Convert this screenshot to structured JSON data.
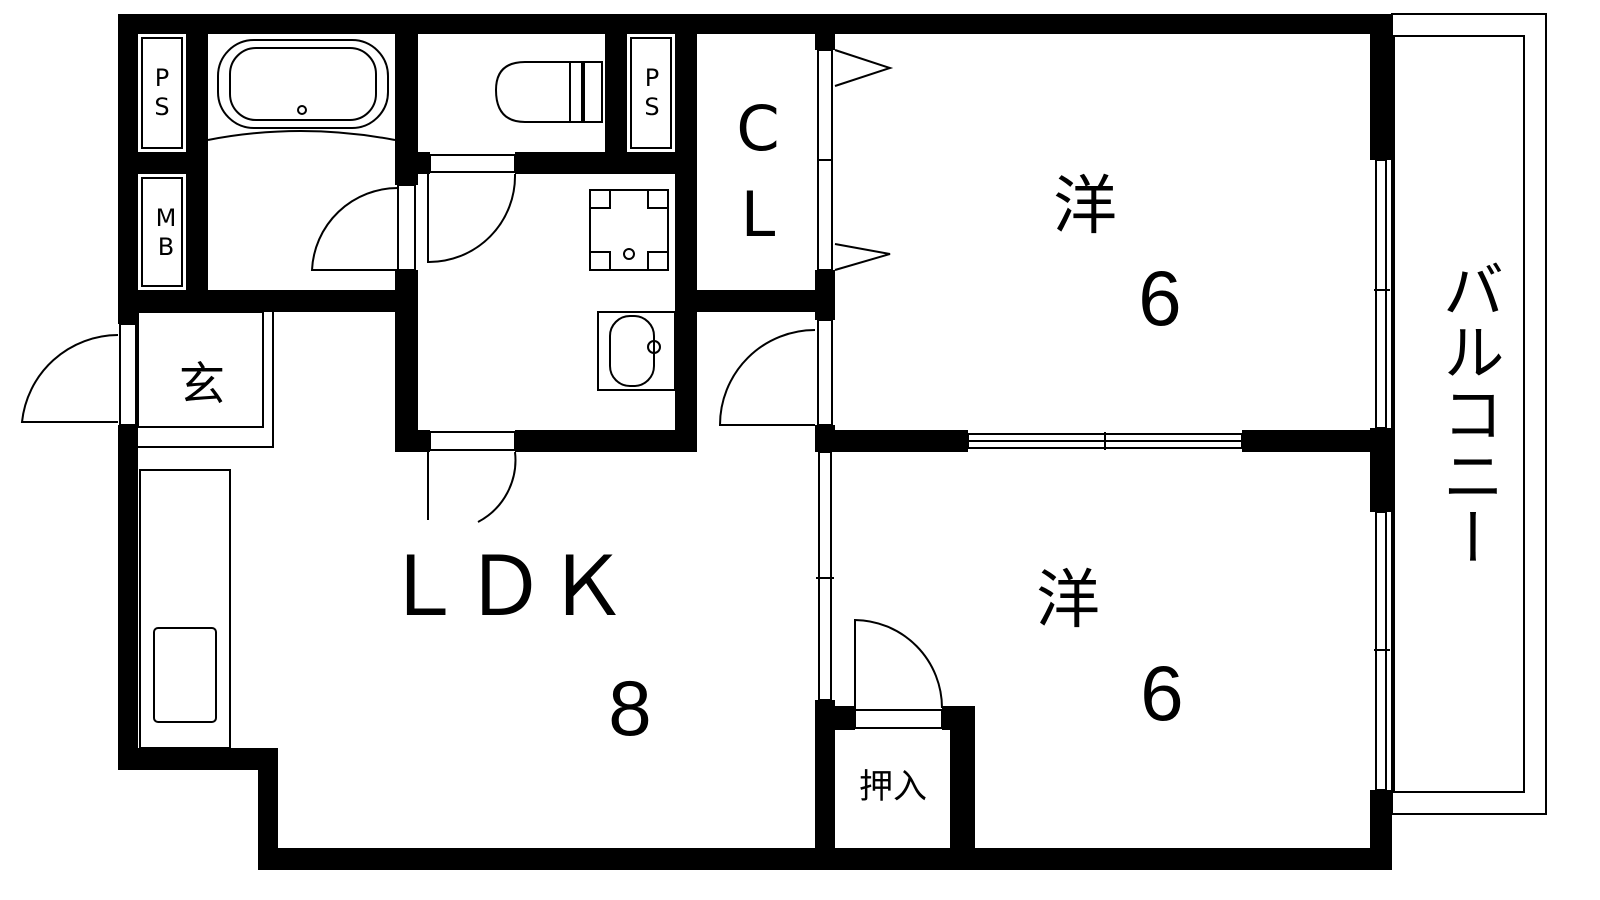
{
  "floorplan": {
    "labels": {
      "ps_left_1": "P",
      "ps_left_2": "S",
      "ps_right_1": "P",
      "ps_right_2": "S",
      "mb_1": "M",
      "mb_2": "B",
      "entrance": "玄",
      "closet_1": "C",
      "closet_2": "L",
      "bedroom1_type": "洋",
      "bedroom1_size": "6",
      "bedroom2_type": "洋",
      "bedroom2_size": "6",
      "ldk_name": "ＬＤＫ",
      "ldk_size": "8",
      "oshiire": "押入",
      "balcony": "バルコニー"
    }
  }
}
